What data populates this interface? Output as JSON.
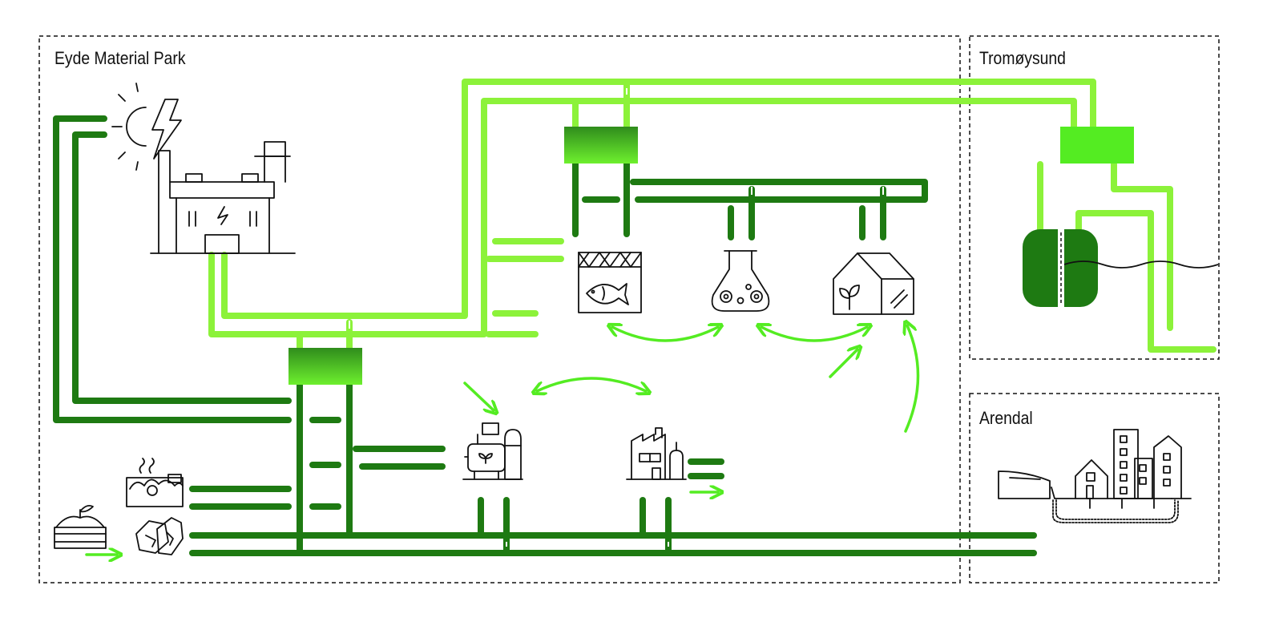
{
  "zones": {
    "eyde": {
      "label": "Eyde Material Park"
    },
    "tromoysund": {
      "label": "Tromøysund"
    },
    "arendal": {
      "label": "Arendal"
    }
  },
  "colors": {
    "dark_green": "#1e7a12",
    "light_green": "#8cf23a",
    "bright_green": "#54ec22",
    "outline": "#111111"
  },
  "icons": [
    "solar-wind-power-icon",
    "power-plant-icon",
    "fish-farm-icon",
    "lab-flask-icon",
    "greenhouse-icon",
    "biogas-plant-icon",
    "factory-icon",
    "compost-waste-icon",
    "soil-crate-icon",
    "rocks-icon",
    "seawater-tank-icon",
    "city-buildings-icon"
  ]
}
